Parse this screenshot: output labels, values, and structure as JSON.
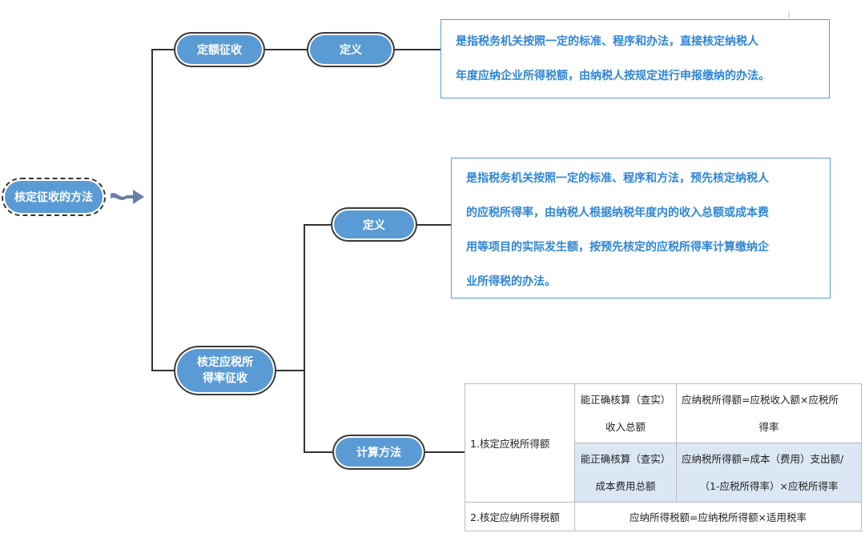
{
  "root": {
    "label": "核定征收的方法"
  },
  "branch1": {
    "label": "定额征收",
    "def_label": "定义",
    "def_lines": [
      "是指税务机关按照一定的标准、程序和办法，直接核定纳税人",
      "年度应纳企业所得税额，由纳税人按规定进行申报缴纳的办法。"
    ]
  },
  "branch2": {
    "label_line1": "核定应税所",
    "label_line2": "得率征收",
    "def_label": "定义",
    "def_lines": [
      "是指税务机关按照一定的标准、程序和方法，预先核定纳税人",
      "的应税所得率，由纳税人根据纳税年度内的收入总额或成本费",
      "用等项目的实际发生额，按预先核定的应税所得率计算缴纳企",
      "业所得税的办法。"
    ],
    "calc_label": "计算方法",
    "table": {
      "row1_label": "1.核定应税所得额",
      "r1c2_l1": "能正确核算（查实）",
      "r1c2_l2": "收入总额",
      "r1c3_l1": "应纳税所得额=应税收入额×应税所",
      "r1c3_l2": "得率",
      "r2c2_l1": "能正确核算（查实）",
      "r2c2_l2": "成本费用总额",
      "r2c3_l1": "应纳税所得额=成本（费用）支出额/",
      "r2c3_l2": "（1-应税所得率）×应税所得率",
      "row3_label": "2.核定应纳所得税额",
      "row3_formula": "应纳所得税额=应纳税所得额×适用税率"
    }
  },
  "colors": {
    "node_fill": "#5b9bd5",
    "text_blue": "#2f86d6",
    "border_blue": "#5b9bd5",
    "highlight": "#dbe7f5"
  }
}
